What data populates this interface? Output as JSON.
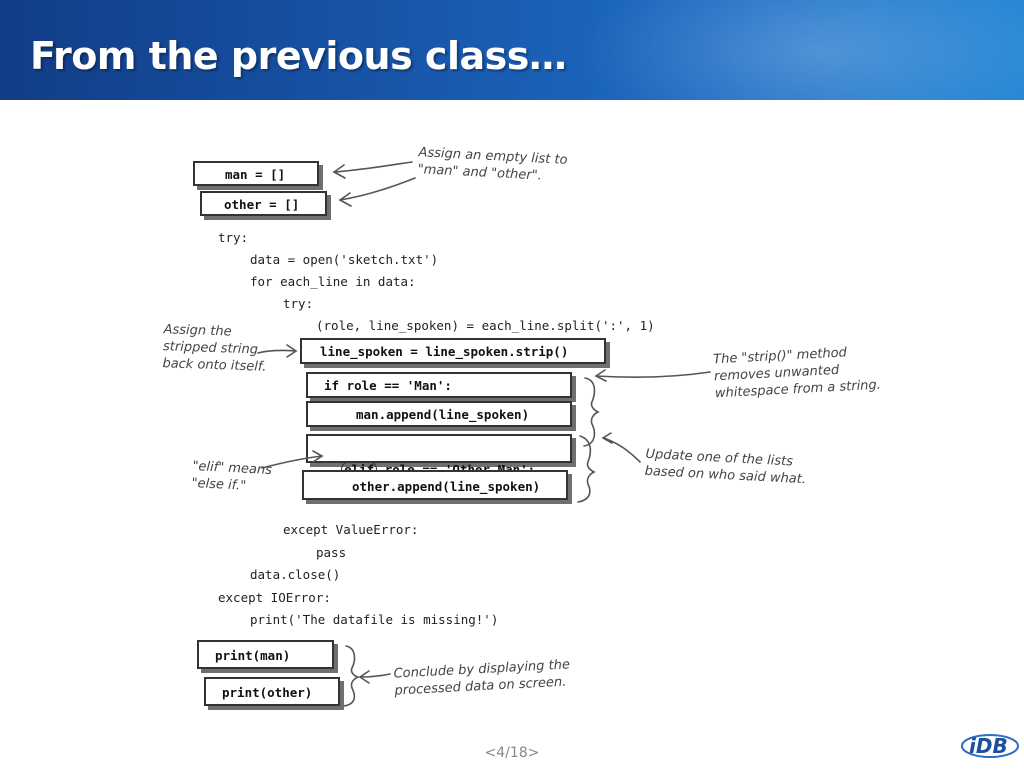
{
  "slide": {
    "title": "From the previous class…",
    "page_indicator": "<4/18>",
    "logo_text": "iDB"
  },
  "code": {
    "box_man": "man = []",
    "box_other": "other = []",
    "l_try": "try:",
    "l_data_open": "data = open('sketch.txt')",
    "l_for": "for each_line in data:",
    "l_try_inner": "try:",
    "l_split": "(role, line_spoken) = each_line.split(':', 1)",
    "box_strip": "line_spoken = line_spoken.strip()",
    "box_if": "if role == 'Man':",
    "box_man_append": "man.append(line_spoken)",
    "box_elif_kw": "elif",
    "box_elif_rest": " role == 'Other Man':",
    "box_other_append": "other.append(line_spoken)",
    "l_except_value": "except ValueError:",
    "l_pass": "pass",
    "l_close": "data.close()",
    "l_except_io": "except IOError:",
    "l_print_missing": "print('The datafile is missing!')",
    "box_print_man": "print(man)",
    "box_print_other": "print(other)"
  },
  "annotations": {
    "assign_empty": "Assign an empty list to\n\"man\" and \"other\".",
    "assign_stripped": "Assign the\nstripped string\nback onto itself.",
    "strip_method": "The \"strip()\" method\nremoves unwanted\nwhitespace from a string.",
    "elif_means": "\"elif\" means\n\"else if.\"",
    "update_lists": "Update one of the lists\nbased on who said what.",
    "conclude": "Conclude by displaying the\nprocessed data on screen."
  }
}
